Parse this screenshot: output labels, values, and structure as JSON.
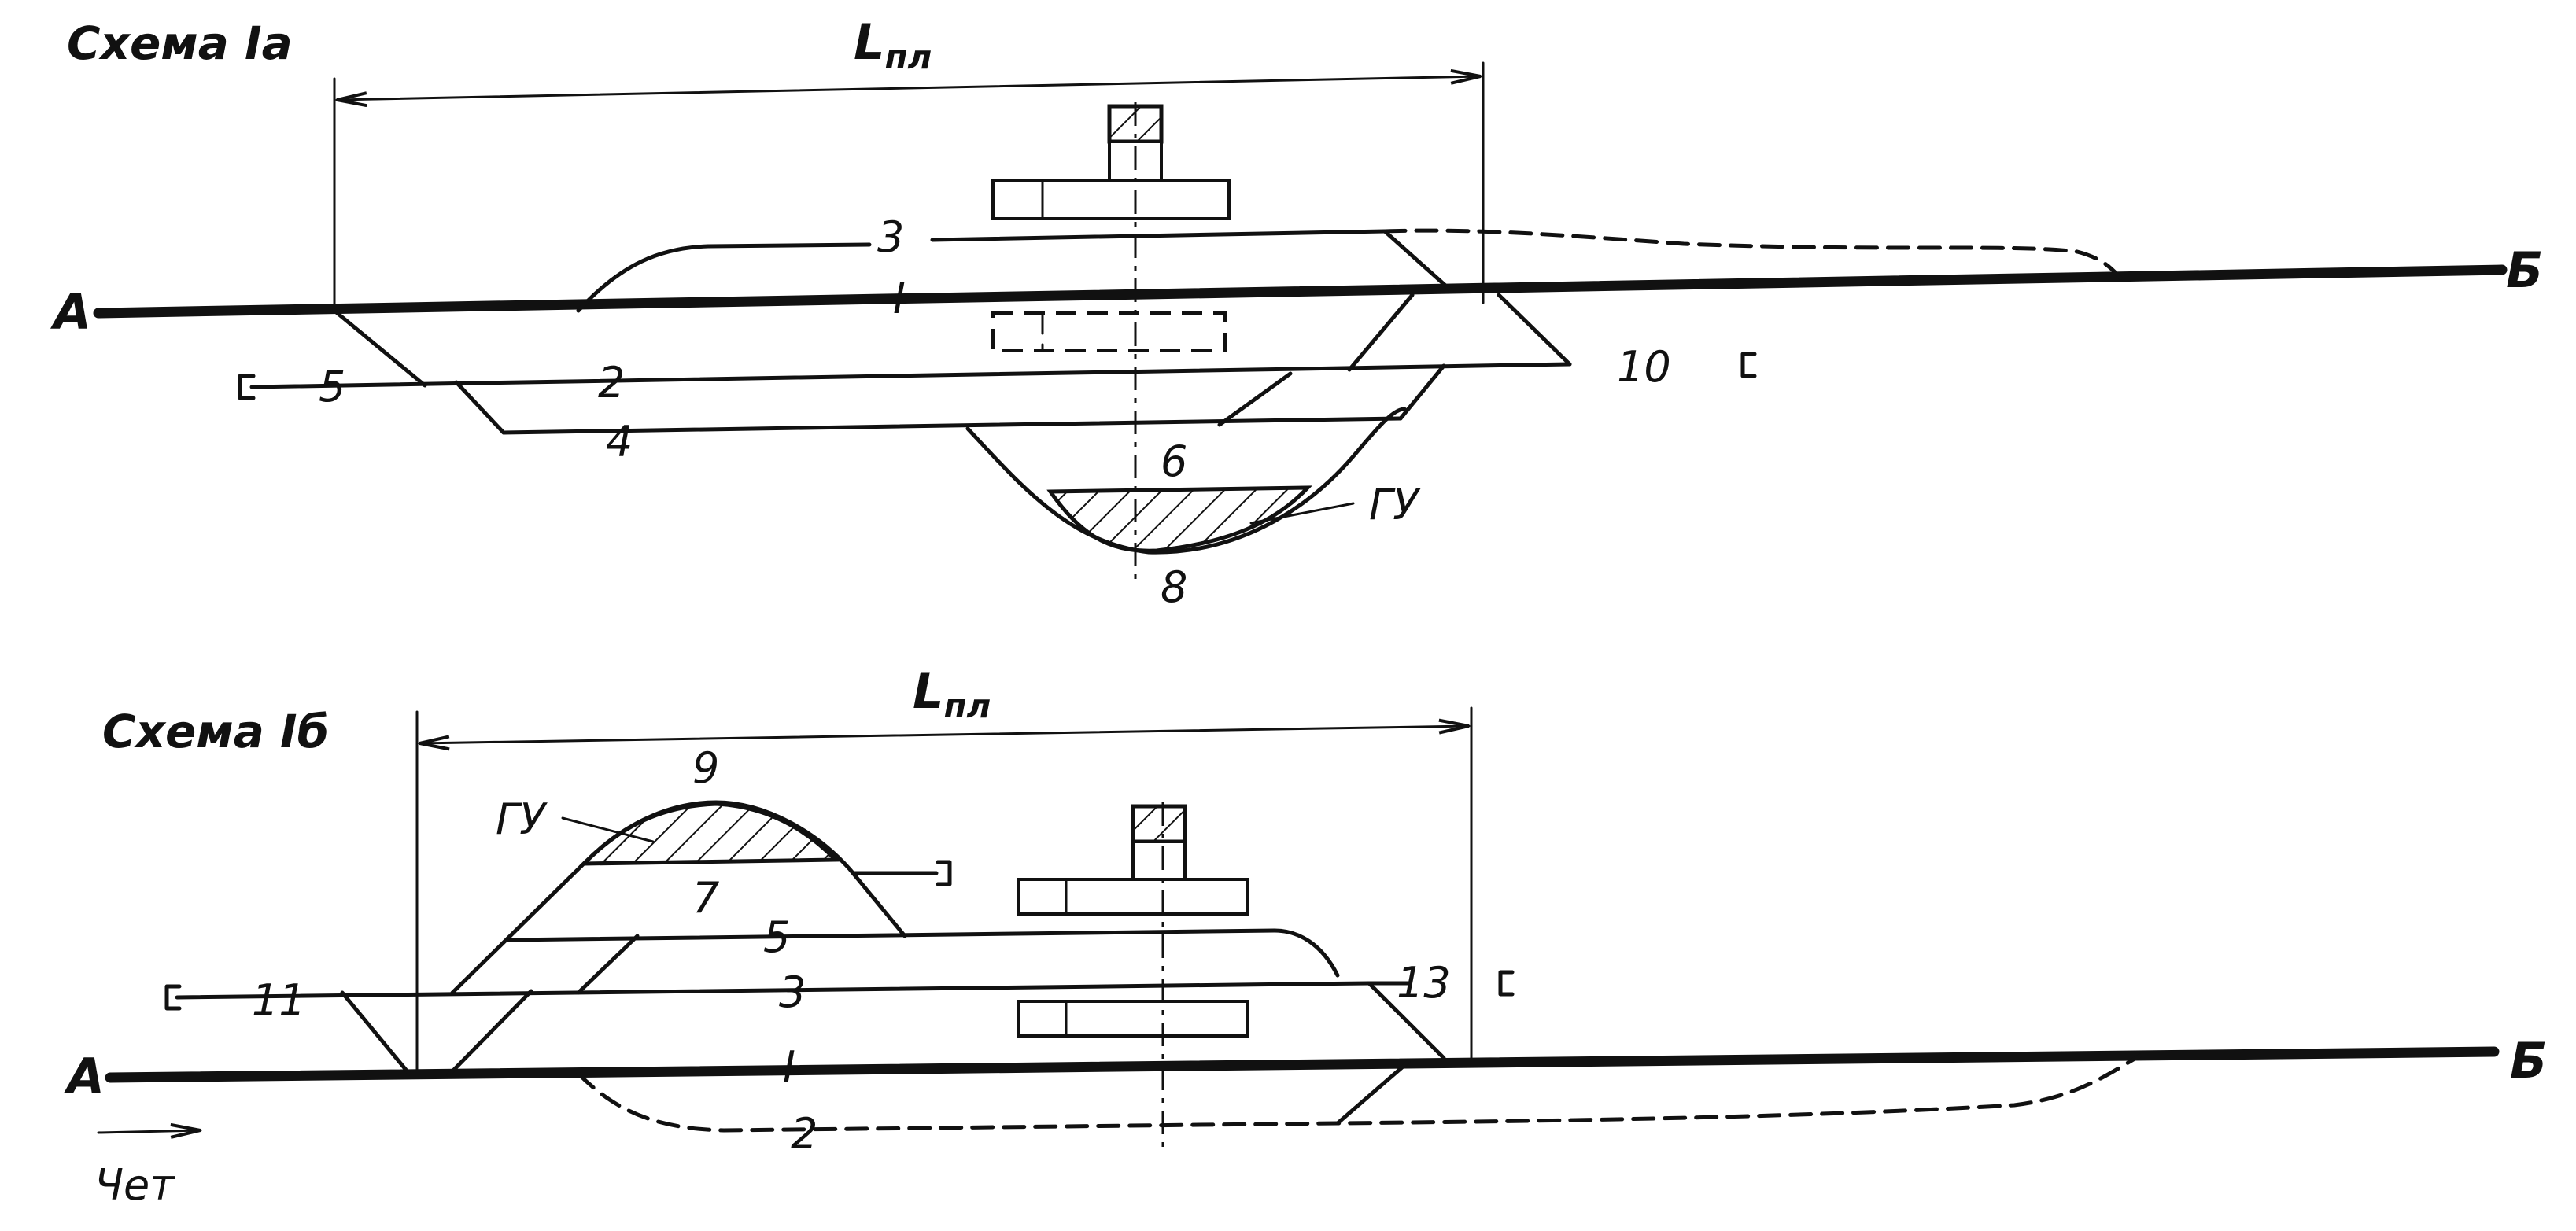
{
  "schemes": [
    {
      "title": "Схема Ia",
      "platform_label": "L",
      "platform_sub": "пл",
      "end_left": "A",
      "end_right": "Б",
      "tracks": [
        "3",
        "I",
        "2",
        "4",
        "6",
        "8",
        "5",
        "10"
      ],
      "freight_label": "ГУ"
    },
    {
      "title": "Схема Iб",
      "platform_label": "L",
      "platform_sub": "пл",
      "end_left": "A",
      "end_right": "Б",
      "tracks": [
        "9",
        "7",
        "5",
        "3",
        "I",
        "2",
        "11",
        "13"
      ],
      "freight_label": "ГУ"
    }
  ],
  "direction_label": "Чет"
}
